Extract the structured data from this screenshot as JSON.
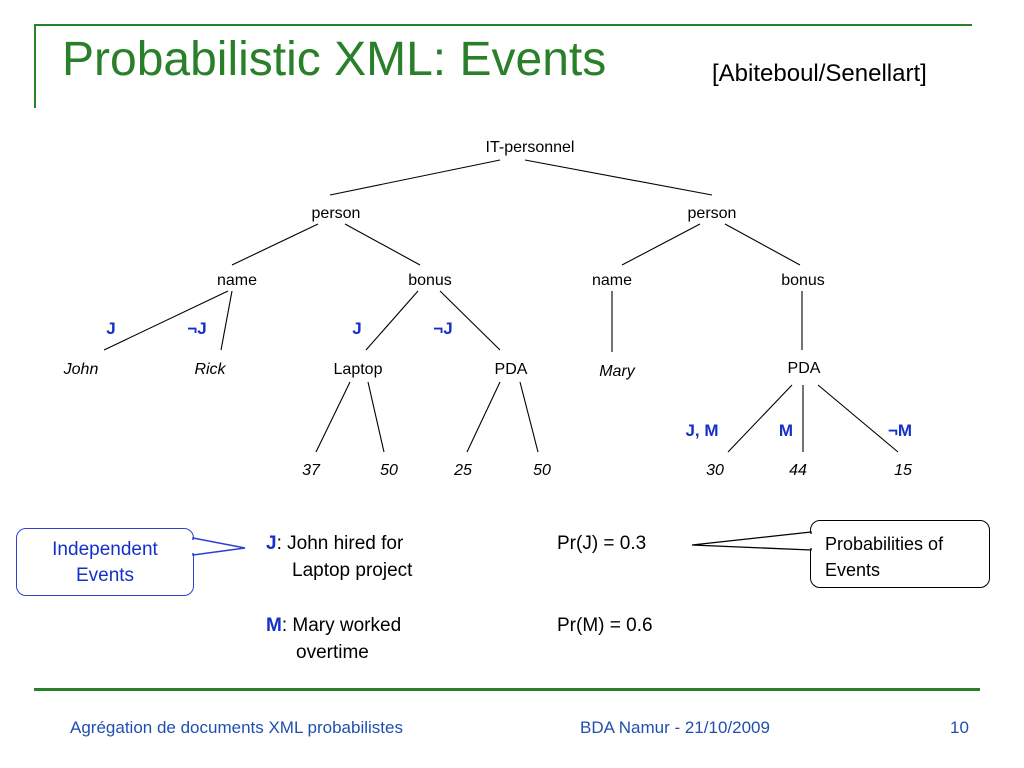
{
  "slide": {
    "title": "Probabilistic XML: Events",
    "citation": "[Abiteboul/Senellart]"
  },
  "tree": {
    "root": "IT-personnel",
    "person_left": "person",
    "person_right": "person",
    "name_left": "name",
    "bonus_left": "bonus",
    "name_right": "name",
    "bonus_right": "bonus",
    "john": "John",
    "rick": "Rick",
    "laptop": "Laptop",
    "pda_left": "PDA",
    "mary": "Mary",
    "pda_right": "PDA",
    "laptop_v1": "37",
    "laptop_v2": "50",
    "pda_left_v1": "25",
    "pda_left_v2": "50",
    "pda_right_v1": "30",
    "pda_right_v2": "44",
    "pda_right_v3": "15",
    "event_john": "J",
    "event_rick": "¬J",
    "event_laptop": "J",
    "event_pda_left": "¬J",
    "event_30": "J, M",
    "event_44": "M",
    "event_15": "¬M"
  },
  "events": {
    "j_name": "J",
    "j_desc_line1": ": John hired for",
    "j_desc_line2": "Laptop project",
    "j_prob": "Pr(J) = 0.3",
    "m_name": "M",
    "m_desc_line1": ": Mary worked",
    "m_desc_line2": "overtime",
    "m_prob": "Pr(M) = 0.6"
  },
  "callouts": {
    "left_line1": "Independent",
    "left_line2": "Events",
    "right_line1": "Probabilities of",
    "right_line2": "Events"
  },
  "footer": {
    "left": "Agrégation de documents XML probabilistes",
    "center": "BDA Namur - 21/10/2009",
    "page": "10"
  }
}
